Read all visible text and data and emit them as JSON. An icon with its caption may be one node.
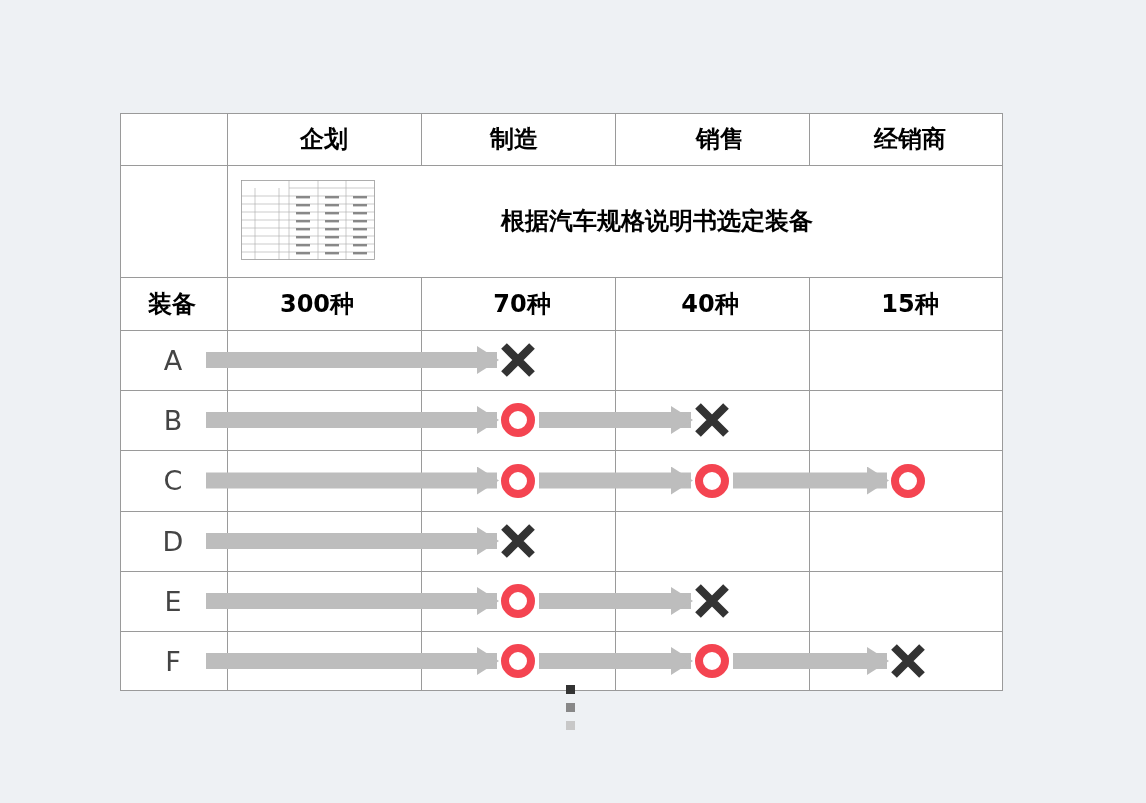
{
  "diagram": {
    "nodes": [
      {
        "text": [],
        "shape": "picture"
      },
      {
        "text": [],
        "shape": "cross"
      },
      {
        "text": [],
        "shape": "circle"
      },
      {
        "text": [],
        "shape": "cross"
      },
      {
        "text": [],
        "shape": "circle"
      },
      {
        "text": [],
        "shape": "circle"
      },
      {
        "text": [],
        "shape": "circle"
      },
      {
        "text": [],
        "shape": "cross"
      },
      {
        "text": [],
        "shape": "circle"
      },
      {
        "text": [],
        "shape": "cross"
      },
      {
        "text": [],
        "shape": "circle"
      },
      {
        "text": [],
        "shape": "circle"
      },
      {
        "text": [],
        "shape": "cross"
      }
    ],
    "edges": [
      {
        "from": null,
        "to": 1,
        "arrow": "to"
      },
      {
        "from": null,
        "to": 2,
        "arrow": "to"
      },
      {
        "from": 2,
        "to": 3,
        "arrow": "to"
      },
      {
        "from": null,
        "to": 4,
        "arrow": "to"
      },
      {
        "from": 4,
        "to": 5,
        "arrow": "to"
      },
      {
        "from": 5,
        "to": 6,
        "arrow": "to"
      },
      {
        "from": null,
        "to": 7,
        "arrow": "to"
      },
      {
        "from": null,
        "to": 8,
        "arrow": "to"
      },
      {
        "from": 8,
        "to": 9,
        "arrow": "to"
      },
      {
        "from": null,
        "to": 10,
        "arrow": "to"
      },
      {
        "from": 10,
        "to": 11,
        "arrow": "to"
      },
      {
        "from": 11,
        "to": 12,
        "arrow": "to"
      }
    ],
    "labels": [
      "企划",
      "制造",
      "销售",
      "经销商",
      "根据汽车规格说明书选定装备",
      "装备",
      "300种",
      "70种",
      "40种",
      "15种",
      "A",
      "B",
      "C",
      "D",
      "E",
      "F"
    ]
  }
}
